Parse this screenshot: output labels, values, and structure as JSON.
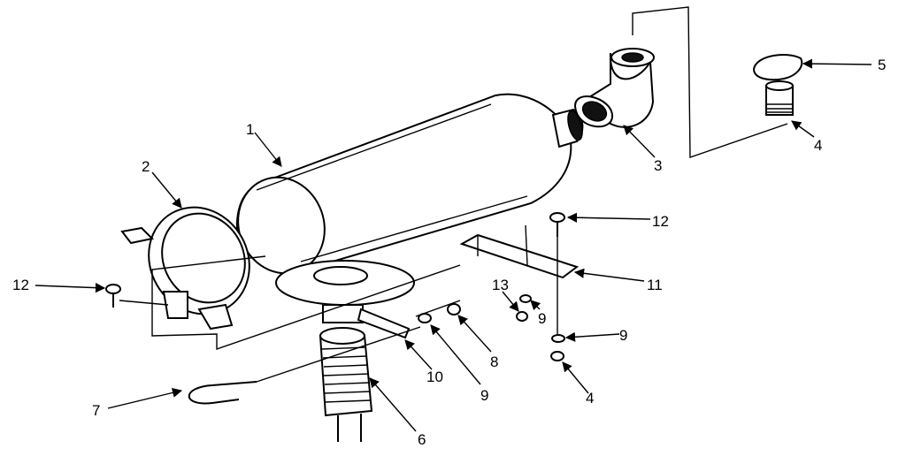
{
  "callouts": [
    {
      "id": "c1",
      "text": "1"
    },
    {
      "id": "c2",
      "text": "2"
    },
    {
      "id": "c3",
      "text": "3"
    },
    {
      "id": "c4a",
      "text": "4"
    },
    {
      "id": "c4b",
      "text": "4"
    },
    {
      "id": "c5",
      "text": "5"
    },
    {
      "id": "c6",
      "text": "6"
    },
    {
      "id": "c7",
      "text": "7"
    },
    {
      "id": "c8",
      "text": "8"
    },
    {
      "id": "c9a",
      "text": "9"
    },
    {
      "id": "c9b",
      "text": "9"
    },
    {
      "id": "c9c",
      "text": "9"
    },
    {
      "id": "c10",
      "text": "10"
    },
    {
      "id": "c11",
      "text": "11"
    },
    {
      "id": "c12a",
      "text": "12"
    },
    {
      "id": "c12b",
      "text": "12"
    },
    {
      "id": "c13",
      "text": "13"
    }
  ]
}
